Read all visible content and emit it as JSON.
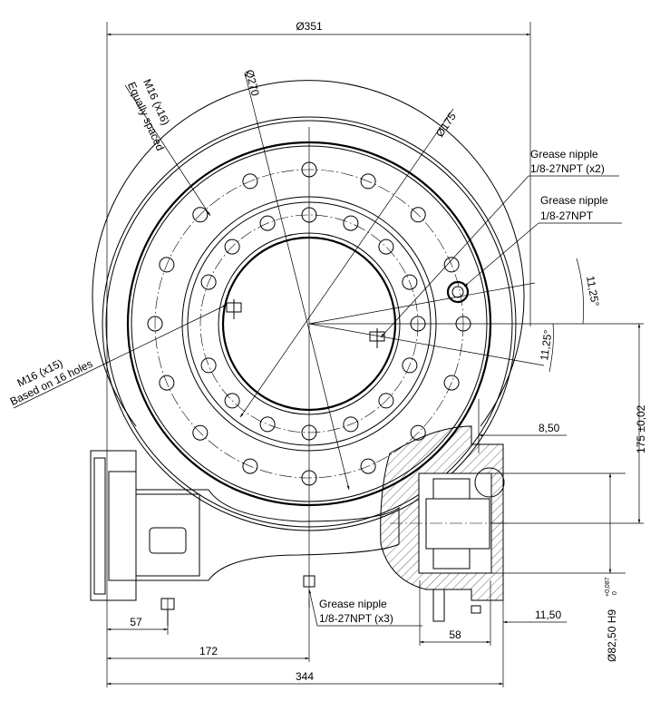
{
  "drawing": {
    "dimensions": {
      "outer_diameter": "Ø351",
      "bolt_circle_outer": "Ø270",
      "bolt_circle_inner": "Ø175",
      "angle_upper": "11,25°",
      "angle_lower": "11,25°",
      "center_distance": "175 ±0,02",
      "offset_top": "8,50",
      "bore": "Ø82,50 H9",
      "bore_tol_upper": "+0,087",
      "bore_tol_lower": "0",
      "offset_bottom": "11,50",
      "width_58": "58",
      "width_57": "57",
      "width_172": "172",
      "width_344": "344"
    },
    "callouts": {
      "outer_holes_line1": "M16 (x16)",
      "outer_holes_line2": "Equally spaced",
      "inner_holes_line1": "M16 (x15)",
      "inner_holes_line2": "Based on 16 holes",
      "grease_x2_line1": "Grease nipple",
      "grease_x2_line2": "1/8-27NPT (x2)",
      "grease_1_line1": "Grease nipple",
      "grease_1_line2": "1/8-27NPT",
      "grease_x3_line1": "Grease nipple",
      "grease_x3_line2": "1/8-27NPT (x3)"
    }
  }
}
